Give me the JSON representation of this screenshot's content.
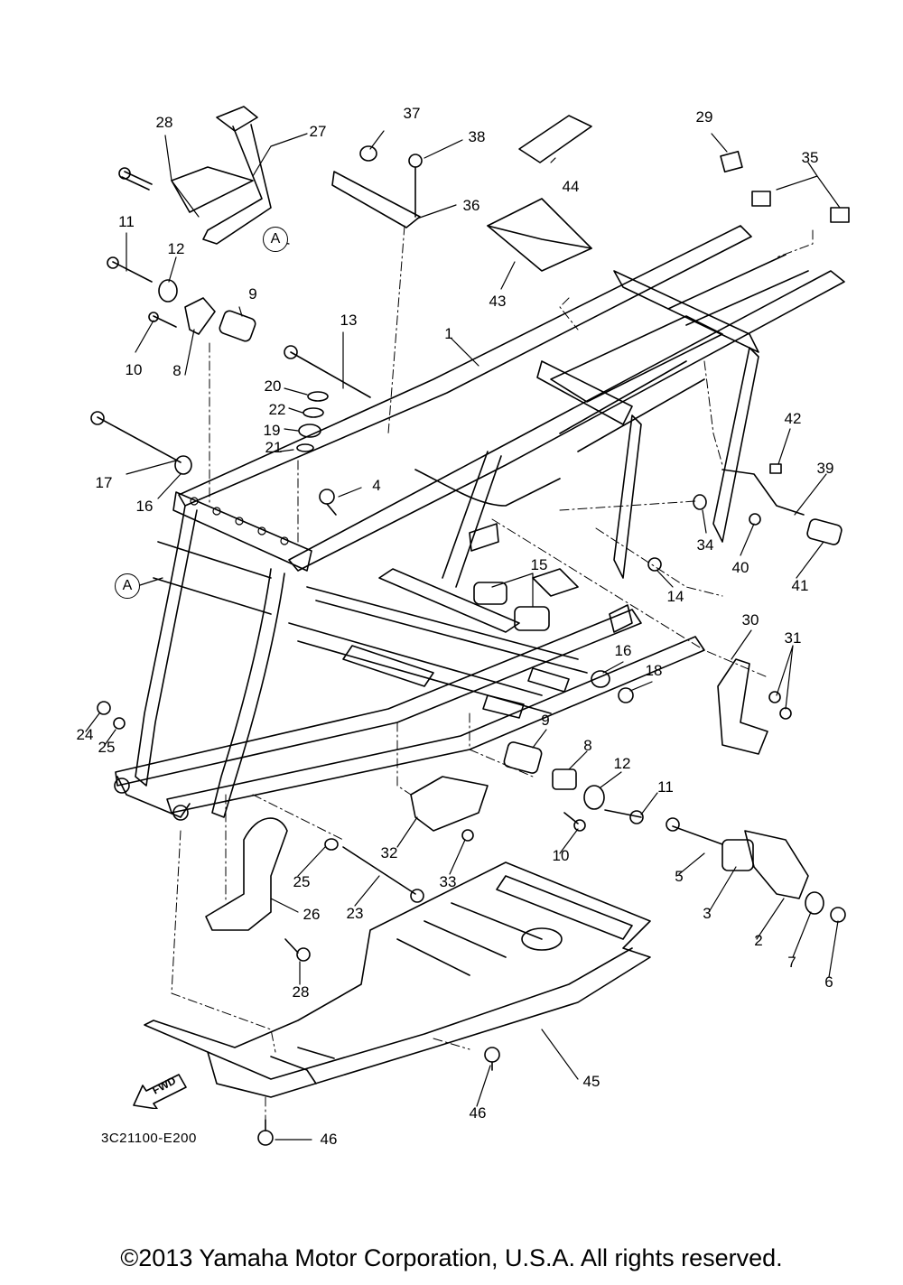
{
  "diagram": {
    "part_numbers": [
      "1",
      "2",
      "3",
      "4",
      "5",
      "6",
      "7",
      "8",
      "9",
      "10",
      "11",
      "12",
      "13",
      "14",
      "15",
      "16",
      "17",
      "18",
      "19",
      "20",
      "21",
      "22",
      "23",
      "24",
      "25",
      "26",
      "27",
      "28",
      "29",
      "30",
      "31",
      "32",
      "33",
      "34",
      "35",
      "36",
      "37",
      "38",
      "39",
      "40",
      "41",
      "42",
      "43",
      "44",
      "45",
      "46"
    ],
    "reference_marker": "A",
    "forward_arrow": "FWD",
    "illustration_code": "3C21100-E200"
  },
  "footer": {
    "copyright": "©2013 Yamaha Motor Corporation, U.S.A. All rights reserved."
  }
}
